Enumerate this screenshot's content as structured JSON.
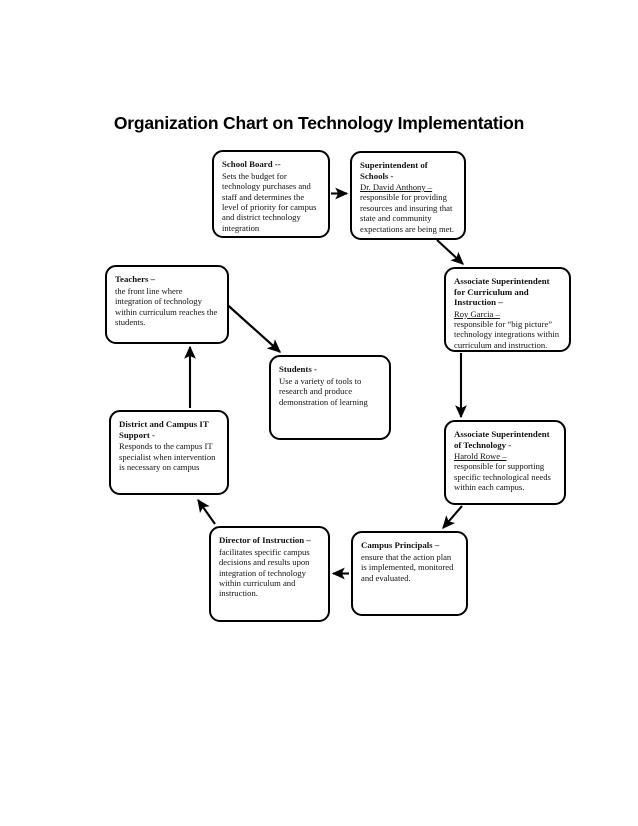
{
  "page": {
    "title": "Organization Chart on Technology Implementation",
    "background_color": "#ffffff",
    "ink_color": "#000000"
  },
  "chart_data": {
    "type": "diagram",
    "diagram_kind": "cyclic-organization-chart",
    "title": "Organization Chart on Technology Implementation",
    "nodes": [
      {
        "id": "school-board",
        "title": "School Board --",
        "person": "",
        "description": "Sets the budget for technology purchases and staff and determines the level of priority for campus and district technology integration"
      },
      {
        "id": "superintendent",
        "title": "Superintendent of Schools -",
        "person": "Dr. David Anthony –",
        "description": "responsible for providing resources and insuring that state and community expectations are being met."
      },
      {
        "id": "assoc-curriculum",
        "title": "Associate Superintendent for Curriculum and Instruction –",
        "person": "Roy Garcia –",
        "description": "responsible for “big picture” technology integrations within curriculum and instruction."
      },
      {
        "id": "assoc-technology",
        "title": "Associate Superintendent of Technology -",
        "person": "Harold Rowe –",
        "description": "responsible for supporting specific technological needs within each campus."
      },
      {
        "id": "campus-principals",
        "title": "Campus Principals –",
        "person": "",
        "description": "ensure that the action plan is implemented, monitored and evaluated."
      },
      {
        "id": "director-of-instruction",
        "title": "Director of Instruction –",
        "person": "",
        "description": "facilitates specific campus decisions and results upon integration of technology within curriculum and instruction."
      },
      {
        "id": "it-support",
        "title": "District and Campus IT Support -",
        "person": "",
        "description": "Responds to the campus IT specialist when intervention is necessary on campus"
      },
      {
        "id": "teachers",
        "title": "Teachers –",
        "person": "",
        "description": "the front line where integration of technology within curriculum reaches the students."
      },
      {
        "id": "students",
        "title": "Students -",
        "person": "",
        "description": "Use a variety of tools to research and produce demonstration of learning"
      }
    ],
    "edges": [
      {
        "from": "school-board",
        "to": "superintendent",
        "style": "straight-horizontal-right"
      },
      {
        "from": "superintendent",
        "to": "assoc-curriculum",
        "style": "curved-down-right"
      },
      {
        "from": "assoc-curriculum",
        "to": "assoc-technology",
        "style": "straight-vertical-down"
      },
      {
        "from": "assoc-technology",
        "to": "campus-principals",
        "style": "curved-down-left"
      },
      {
        "from": "campus-principals",
        "to": "director-of-instruction",
        "style": "straight-horizontal-left"
      },
      {
        "from": "director-of-instruction",
        "to": "it-support",
        "style": "curved-up-left"
      },
      {
        "from": "it-support",
        "to": "teachers",
        "style": "straight-vertical-up"
      },
      {
        "from": "teachers",
        "to": "students",
        "style": "diagonal-down-right"
      }
    ]
  }
}
